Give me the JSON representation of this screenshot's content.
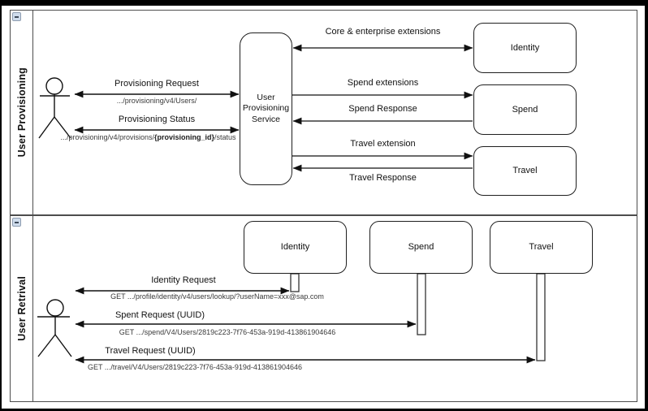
{
  "icons": {
    "lane_collapse": "minus-icon"
  },
  "lanes": [
    {
      "label": "User Provisioning"
    },
    {
      "label": "User Retrival"
    }
  ],
  "provisioning": {
    "service_box_label": "User Provisioning Service",
    "actor_messages": [
      {
        "label": "Provisioning Request",
        "url": ".../provisioning/v4/Users/",
        "direction": "both"
      },
      {
        "label": "Provisioning Status",
        "url_prefix": ".../provisioning/v4/provisions/",
        "url_param": "{provisioning_id}",
        "url_suffix": "/status",
        "direction": "both"
      }
    ],
    "service_messages": [
      {
        "label": "Core & enterprise extensions",
        "direction": "both",
        "target": "Identity"
      },
      {
        "label": "Spend extensions",
        "direction": "to-system",
        "target": "Spend"
      },
      {
        "label": "Spend Response",
        "direction": "to-service",
        "target": "Spend"
      },
      {
        "label": "Travel extension",
        "direction": "to-system",
        "target": "Travel"
      },
      {
        "label": "Travel Response",
        "direction": "to-service",
        "target": "Travel"
      }
    ],
    "systems": [
      {
        "label": "Identity"
      },
      {
        "label": "Spend"
      },
      {
        "label": "Travel"
      }
    ]
  },
  "retrieval": {
    "systems": [
      {
        "label": "Identity"
      },
      {
        "label": "Spend"
      },
      {
        "label": "Travel"
      }
    ],
    "actor_messages": [
      {
        "label": "Identity Request",
        "url": "GET .../profile/identity/v4/users/lookup/?userName=xxx@sap.com",
        "direction": "both"
      },
      {
        "label": "Spent Request (UUID)",
        "url": "GET .../spend/V4/Users/2819c223-7f76-453a-919d-413861904646",
        "direction": "both"
      },
      {
        "label": "Travel Request (UUID)",
        "url": "GET .../travel/V4/Users/2819c223-7f76-453a-919d-413861904646",
        "direction": "both"
      }
    ]
  },
  "colors": {
    "line": "#111111",
    "lane_border": "#4d4d4d",
    "collapse_icon_bg": "#cfdcec",
    "background": "#ffffff"
  }
}
